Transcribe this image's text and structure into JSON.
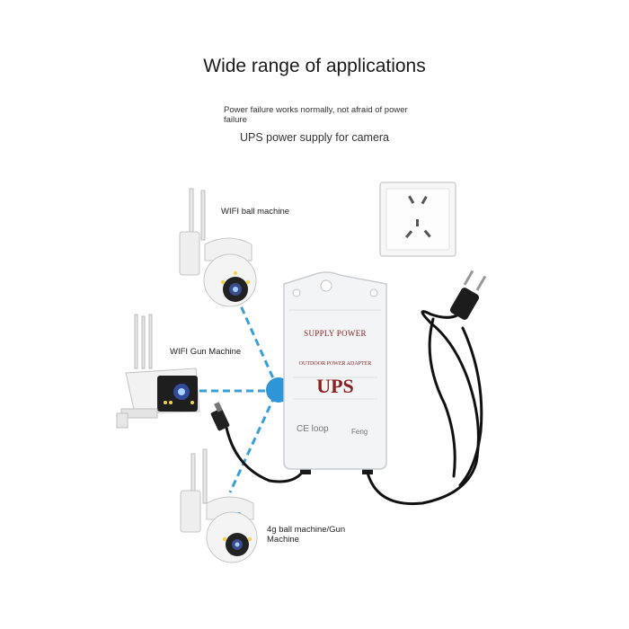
{
  "header": {
    "title": "Wide range of applications",
    "note": "Power failure works normally, not afraid of power failure",
    "subtitle": "UPS power supply for camera"
  },
  "devices": [
    {
      "label": "WIFI ball machine",
      "icon": "ptz-dome-camera-icon"
    },
    {
      "label": "WIFI Gun Machine",
      "icon": "bullet-camera-icon"
    },
    {
      "label": "4g ball machine/Gun Machine",
      "icon": "4g-dome-camera-icon"
    }
  ],
  "ups_box": {
    "label_top": "SUPPLY POWER",
    "label_mid": "OUTDOOR POWER ADAPTER",
    "label_main": "UPS",
    "cert": "CE loop",
    "brand": "Feng"
  },
  "colors": {
    "link_line": "#3a9fd6",
    "hub": "#2e96d6",
    "box": "#f2f4f5",
    "cable": "#111111"
  }
}
